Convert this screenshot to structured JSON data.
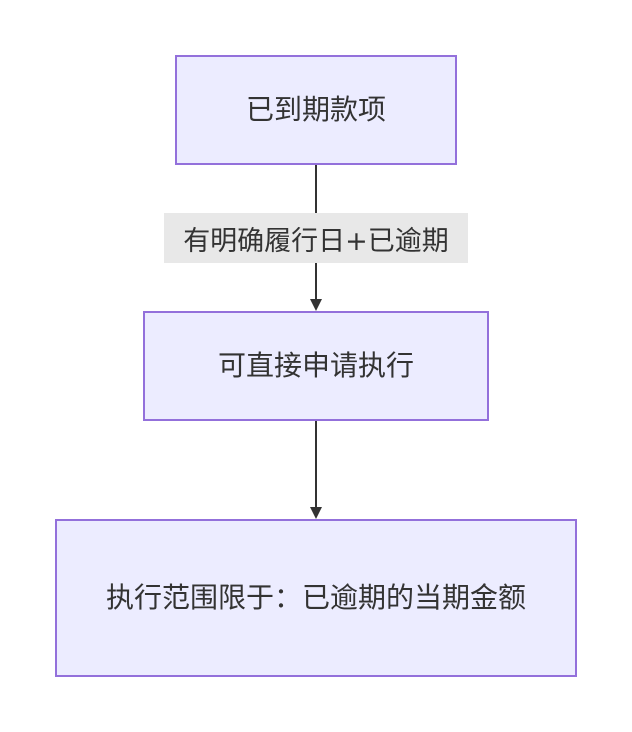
{
  "diagram": {
    "nodes": [
      {
        "id": "n1",
        "label": "已到期款项"
      },
      {
        "id": "n2",
        "label": "可直接申请执行"
      },
      {
        "id": "n3",
        "label": "执行范围限于：已逾期的当期金额"
      }
    ],
    "edges": [
      {
        "from": "n1",
        "to": "n2",
        "label": "有明确履行日+已逾期"
      },
      {
        "from": "n2",
        "to": "n3",
        "label": ""
      }
    ],
    "colors": {
      "node_fill": "#ECECFF",
      "node_border": "#9370DB",
      "edge": "#333333",
      "edge_label_bg": "#E8E8E8",
      "text": "#333333"
    }
  }
}
